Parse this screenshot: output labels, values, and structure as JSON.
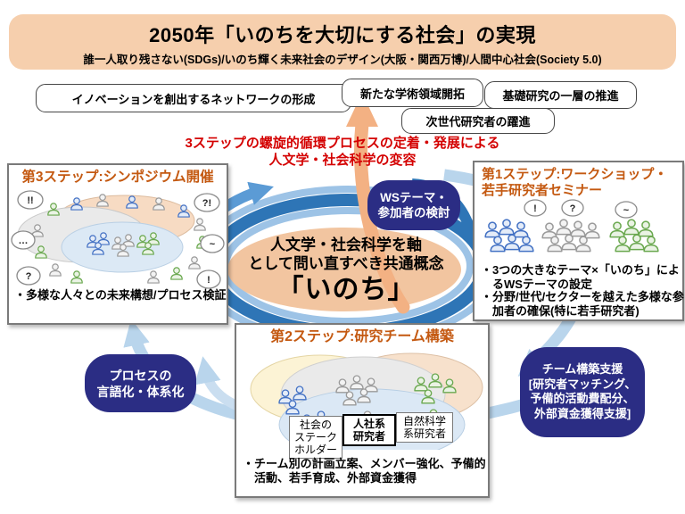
{
  "colors": {
    "banner_bg": "#f6cfad",
    "step_title_orange": "#c45911",
    "caption_red": "#d40000",
    "navy": "#2b2d84",
    "spiral_blue": "#2e75b6",
    "spiral_light_blue": "#9dc3e6",
    "center_peach": "#f2c5a0",
    "arrow_orange": "#f3b183",
    "person_blue": "#4472c4",
    "person_gray": "#999999",
    "person_green": "#6aa84f"
  },
  "banner": {
    "title": "2050年「いのちを大切にする社会」の実現",
    "subtitle": "誰一人取り残さない(SDGs)/いのち輝く未来社会のデザイン(大阪・関西万博)/人間中心社会(Society 5.0)"
  },
  "outcomes": [
    "イノベーションを創出するネットワークの形成",
    "新たな学術領域開拓",
    "基礎研究の一層の推進",
    "次世代研究者の躍進"
  ],
  "caption": {
    "line1": "3ステップの螺旋的循環プロセスの定着・発展による",
    "line2": "人文学・社会科学の変容"
  },
  "center": {
    "line1": "人文学・社会科学を軸",
    "line2": "として問い直すべき共通概念",
    "line3": "「いのち」"
  },
  "ws_box": {
    "line1": "WSテーマ・",
    "line2": "参加者の検討"
  },
  "process_box": {
    "line1": "プロセスの",
    "line2": "言語化・体系化"
  },
  "team_box": {
    "line1": "チーム構築支援",
    "line2": "[研究者マッチング、",
    "line3": "予備的活動費配分、",
    "line4": "外部資金獲得支援]"
  },
  "step1": {
    "title_line1": "第1ステップ:ワークショップ・",
    "title_line2": "若手研究者セミナー",
    "bullet1": "・3つの大きなテーマ×「いのち」によるWSテーマの設定",
    "bullet2": "・分野/世代/セクターを越えた多様な参加者の確保(特に若手研究者)",
    "bubbles": [
      "!",
      "?",
      "~"
    ]
  },
  "step2": {
    "title": "第2ステップ:研究チーム構築",
    "labels": {
      "stakeholder": [
        "社会の",
        "ステーク",
        "ホルダー"
      ],
      "humanities": [
        "人社系",
        "研究者"
      ],
      "science": [
        "自然科学",
        "系研究者"
      ]
    },
    "bullet": "・チーム別の計画立案、メンバー強化、予備的活動、若手育成、外部資金獲得"
  },
  "step3": {
    "title": "第3ステップ:シンポジウム開催",
    "bullet": "・多様な人々との未来構想/プロセス検証",
    "bubbles": [
      "!!",
      "?!",
      "…",
      "~",
      "?",
      "!"
    ]
  }
}
